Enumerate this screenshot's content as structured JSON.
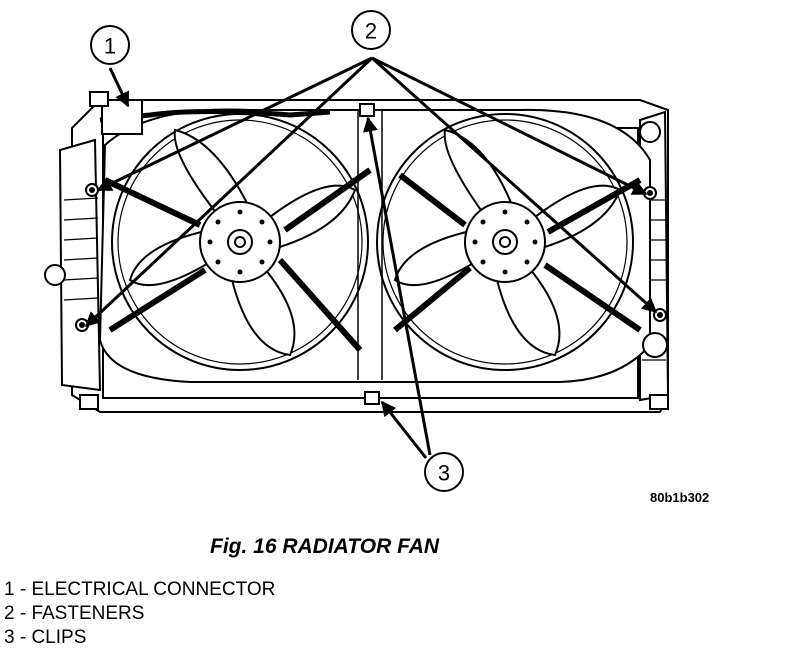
{
  "callouts": [
    {
      "number": "1"
    },
    {
      "number": "2"
    },
    {
      "number": "3"
    }
  ],
  "figure_code": "80b1b302",
  "caption": "Fig. 16 RADIATOR FAN",
  "legend": [
    "1 - ELECTRICAL CONNECTOR",
    "2 - FASTENERS",
    "3 - CLIPS"
  ]
}
